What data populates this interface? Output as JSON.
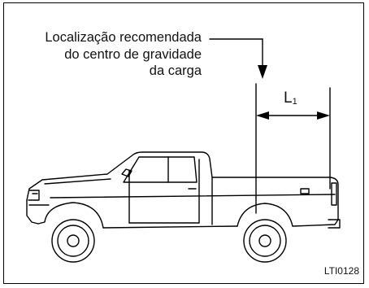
{
  "callout": {
    "lines": [
      "Localização recomendada",
      "do centro de gravidade",
      "da carga"
    ]
  },
  "dimension": {
    "label": "L",
    "subscript": "1"
  },
  "figure_id": "LTI0128",
  "icons": [
    "pickup-truck-icon",
    "down-arrow-icon",
    "dimension-arrow-icon"
  ]
}
